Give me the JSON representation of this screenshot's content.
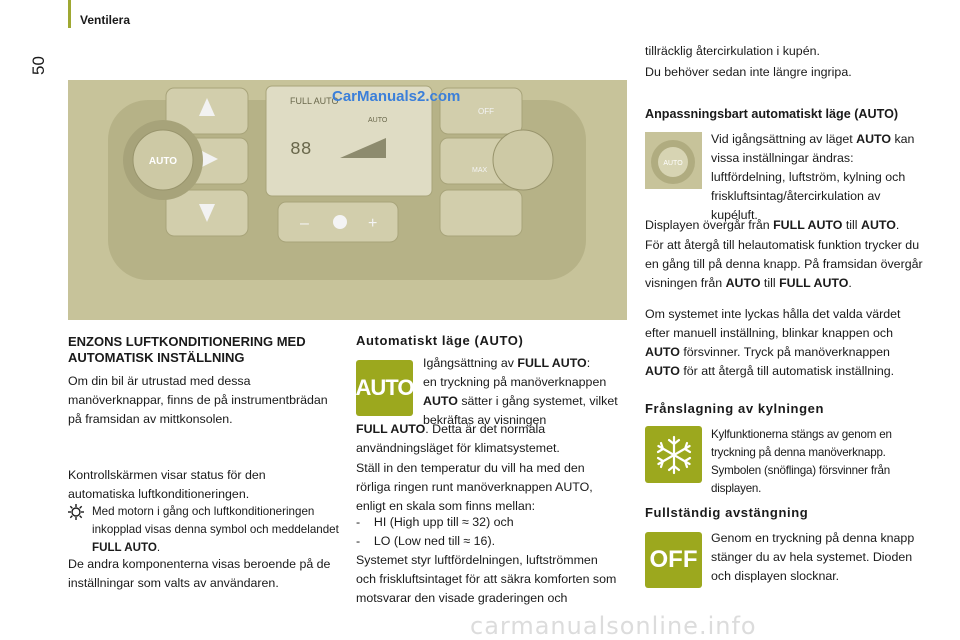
{
  "header": {
    "section": "Ventilera",
    "page_number": "50"
  },
  "photo": {
    "display_mode": "FULL AUTO",
    "display_auto_icon": "AUTO",
    "display_temp": "88",
    "auto_button": "AUTO",
    "max_button": "MAX",
    "off_button": "OFF",
    "fan_minus": "–",
    "fan_plus": "+",
    "watermark": "CarManuals2.com"
  },
  "left": {
    "heading": "ENZONS LUFTKONDITIONERING MED AUTOMATISK INSTÄLLNING",
    "para1": "Om din bil är utrustad med dessa manöverknappar, finns de på instrumentbrädan på framsidan av mittkonsolen.",
    "para2": "Kontrollskärmen visar status för den automatiska luftkonditioneringen.",
    "note_pre": "Med motorn i gång och luftkonditioneringen inkopplad visas denna symbol och meddelandet ",
    "note_bold": "FULL AUTO",
    "note_post": ".",
    "para3": "De andra komponenterna visas beroende på de inställningar som valts av användaren."
  },
  "middle": {
    "heading": "Automatiskt läge (AUTO)",
    "icon_label": "AUTO",
    "intro_1": "Igångsättning av ",
    "intro_b1": "FULL AUTO",
    "intro_2": ":",
    "intro_3": "en tryckning på manöverknappen ",
    "intro_b2": "AUTO",
    "intro_4": " sätter i gång systemet, vilket bekräftas av visningen",
    "full_b": "FULL AUTO",
    "full_rest": ". Detta är det normala användningsläget för klimatsystemet.",
    "para2": "Ställ in den temperatur du vill ha med den rörliga ringen runt manöverknappen AUTO, enligt en skala som finns mellan:",
    "list": [
      "-    HI (High upp till ≈ 32) och",
      "-    LO (Low ned till ≈ 16)."
    ],
    "para3": "Systemet styr luftfördelningen, luftströmmen och friskluftsintaget för att säkra komforten som motsvarar den visade graderingen och"
  },
  "right": {
    "cont": "tillräcklig återcirkulation i kupén.",
    "cont2": "Du behöver sedan inte längre ingripa.",
    "h_adapt": "Anpassningsbart automatiskt läge (AUTO)",
    "adapt_icon_label": "AUTO",
    "adapt_1": "Vid igångsättning av läget ",
    "adapt_b": "AUTO",
    "adapt_2": " kan vissa inställningar ändras: luftfördelning, luftström, kylning och friskluftsintag/återcirkulation av kupéluft.",
    "disp_1": "Displayen övergår från ",
    "disp_b1": "FULL AUTO",
    "disp_2": " till ",
    "disp_b2": "AUTO",
    "disp_3": ".",
    "back_1": "För att återgå till helautomatisk funktion trycker du en gång till på denna knapp. På framsidan övergår visningen från ",
    "back_b1": "AUTO",
    "back_2": " till ",
    "back_b2": "FULL AUTO",
    "back_3": ".",
    "fail_1": "Om systemet inte lyckas hålla det valda värdet efter manuell inställning, blinkar knappen och ",
    "fail_b1": "AUTO",
    "fail_2": " försvinner. Tryck på manöverknappen ",
    "fail_b2": "AUTO",
    "fail_3": " för att återgå till automatisk inställning.",
    "h_cool": "Frånslagning av kylningen",
    "cool_text": "Kylfunktionerna stängs av genom en tryckning på denna manöverknapp. Symbolen (snöflinga) försvinner från displayen.",
    "h_off": "Fullständig avstängning",
    "off_icon_label": "OFF",
    "off_text": "Genom en tryckning på denna knapp stänger du av hela systemet. Dioden och displayen slocknar."
  },
  "footer": {
    "watermark": "carmanualsonline.info"
  },
  "colors": {
    "accent": "#9ca81e",
    "photo_bg": "#c7c39a"
  },
  "icons": [
    "sun-icon",
    "snowflake-icon",
    "auto-button-icon",
    "off-button-icon"
  ]
}
